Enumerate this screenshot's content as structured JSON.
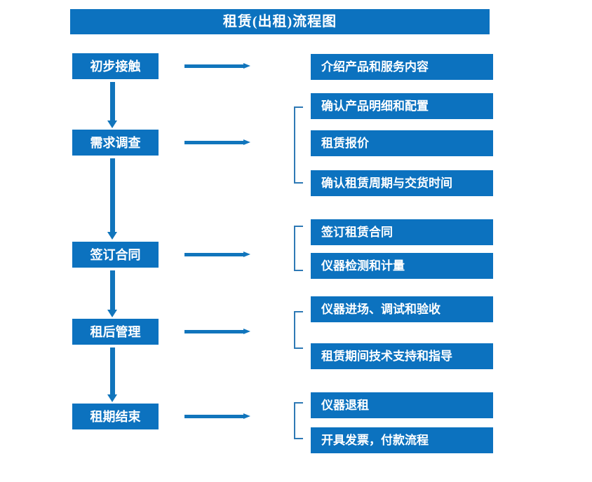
{
  "title": "租赁(出租)流程图",
  "theme": {
    "box_fill": "#0C72BF",
    "box_text": "#FFFFFF",
    "arrow": "#1175BC",
    "bracket": "#2E79B5",
    "background": "#FFFFFF"
  },
  "stages": [
    {
      "label": "初步接触"
    },
    {
      "label": "需求调查"
    },
    {
      "label": "签订合同"
    },
    {
      "label": "租后管理"
    },
    {
      "label": "租期结束"
    }
  ],
  "detail_groups": [
    {
      "for_stage": "初步接触",
      "has_bracket": false,
      "items": [
        {
          "label": "介绍产品和服务内容"
        }
      ]
    },
    {
      "for_stage": "需求调查",
      "has_bracket": true,
      "items": [
        {
          "label": "确认产品明细和配置"
        },
        {
          "label": "租赁报价"
        },
        {
          "label": "确认租赁周期与交货时间"
        }
      ]
    },
    {
      "for_stage": "签订合同",
      "has_bracket": true,
      "items": [
        {
          "label": "签订租赁合同"
        },
        {
          "label": "仪器检测和计量"
        }
      ]
    },
    {
      "for_stage": "租后管理",
      "has_bracket": true,
      "items": [
        {
          "label": "仪器进场、调试和验收"
        },
        {
          "label": "租赁期间技术支持和指导"
        }
      ]
    },
    {
      "for_stage": "租期结束",
      "has_bracket": true,
      "items": [
        {
          "label": "仪器退租"
        },
        {
          "label": "开具发票，付款流程"
        }
      ]
    }
  ],
  "connectors": {
    "stage_flow_arrows": [
      {
        "from": "初步接触",
        "to": "需求调查"
      },
      {
        "from": "需求调查",
        "to": "签订合同"
      },
      {
        "from": "签订合同",
        "to": "租后管理"
      },
      {
        "from": "租后管理",
        "to": "租期结束"
      }
    ],
    "stage_detail_arrows": [
      {
        "from": "初步接触"
      },
      {
        "from": "需求调查"
      },
      {
        "from": "签订合同"
      },
      {
        "from": "租后管理"
      },
      {
        "from": "租期结束"
      }
    ]
  }
}
